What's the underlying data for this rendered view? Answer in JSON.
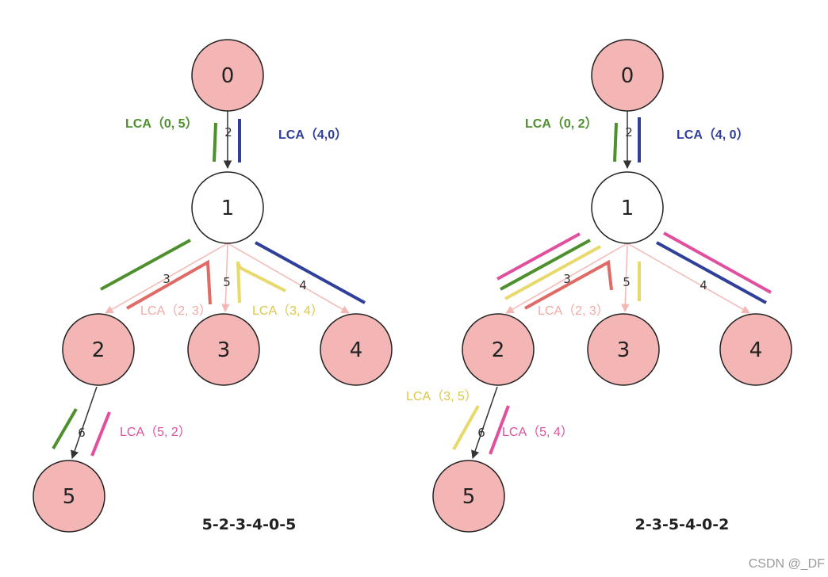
{
  "colors": {
    "node_fill": "#f4b6b5",
    "node_root_fill": "#ffffff",
    "edge_dark": "#333333",
    "edge_pink": "#f5b7b4",
    "green": "#4e8f2e",
    "blue": "#2f3f9a",
    "red": "#e06a66",
    "yellow": "#e8d96c",
    "magenta": "#e0509e",
    "light_pink": "#f2a9a6"
  },
  "diagrams": [
    {
      "nodes": [
        "0",
        "1",
        "2",
        "3",
        "4",
        "5"
      ],
      "edge_weights": {
        "e01": "2",
        "e12": "3",
        "e13": "5",
        "e14": "4",
        "e25": "6"
      },
      "lca_labels": {
        "l1": "LCA（0, 5）",
        "l2": "LCA（4,0）",
        "l3": "LCA（2, 3）",
        "l4": "LCA（3, 4）",
        "l5": "LCA（5, 2）"
      },
      "sequence": "5-2-3-4-0-5"
    },
    {
      "nodes": [
        "0",
        "1",
        "2",
        "3",
        "4",
        "5"
      ],
      "edge_weights": {
        "e01": "2",
        "e12": "3",
        "e13": "5",
        "e14": "4",
        "e25": "6"
      },
      "lca_labels": {
        "l1": "LCA（0, 2）",
        "l2": "LCA（4, 0）",
        "l3": "LCA（2, 3）",
        "l4": "LCA（3, 5）",
        "l5": "LCA（5, 4）"
      },
      "sequence": "2-3-5-4-0-2"
    }
  ],
  "watermark": "CSDN @_DF"
}
